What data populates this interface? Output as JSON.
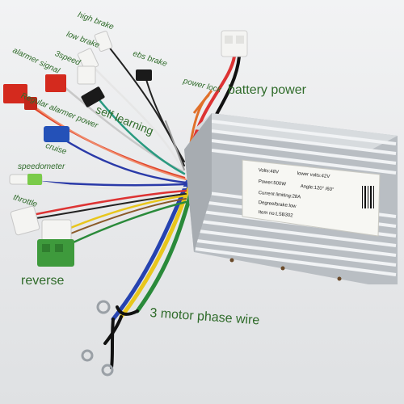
{
  "labels": {
    "high_brake": "high brake",
    "low_brake": "low brake",
    "ebs_brake": "ebs brake",
    "alarmer_signal": "alarmer signal",
    "speed3": "3speed",
    "power_lock": "power lock",
    "battery_power": "battery power",
    "alarmer_power": "Regular alarmer power",
    "self_learning": "self learning",
    "cruise": "cruise",
    "speedometer": "speedometer",
    "throttle": "throttle",
    "reverse": "reverse",
    "motor_phase_wire": "3 motor phase wire"
  },
  "plate": {
    "volts": "Volts:48V",
    "lower_volts": "lower volts:42V",
    "power": "Power:500W",
    "angle": "Angle:120° /60°",
    "current": "Current limiting:28A",
    "degree": "Degree/brake:low",
    "item": "Item no:LSB302"
  },
  "colors": {
    "label_text": "#2f6b2a",
    "housing": "#c9cdd1",
    "fins": "#e4e7ea",
    "connector_red": "#d42a1e",
    "connector_white": "#f4f4f2",
    "connector_green": "#3e9a3c",
    "connector_blue": "#2451b8"
  }
}
